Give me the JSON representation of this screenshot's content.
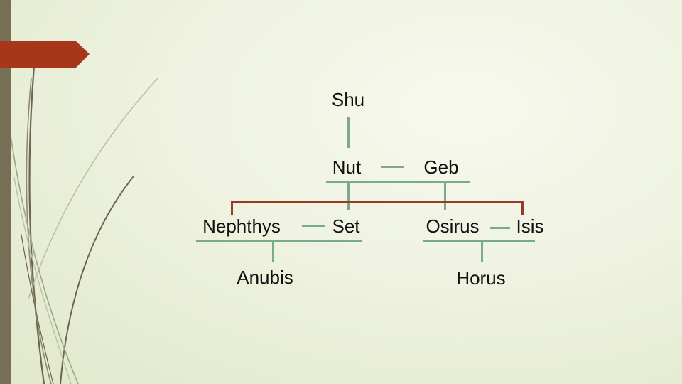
{
  "family_tree": {
    "shu": "Shu",
    "nut": "Nut",
    "geb": "Geb",
    "nephthys": "Nephthys",
    "set": "Set",
    "osirus": "Osirus",
    "isis": "Isis",
    "anubis": "Anubis",
    "horus": "Horus"
  },
  "colors": {
    "background": "#eef2df",
    "accent_bar": "#766f56",
    "title_tab": "#a8361b",
    "connector_green": "#7aa98c",
    "connector_red": "#9b3a24"
  }
}
